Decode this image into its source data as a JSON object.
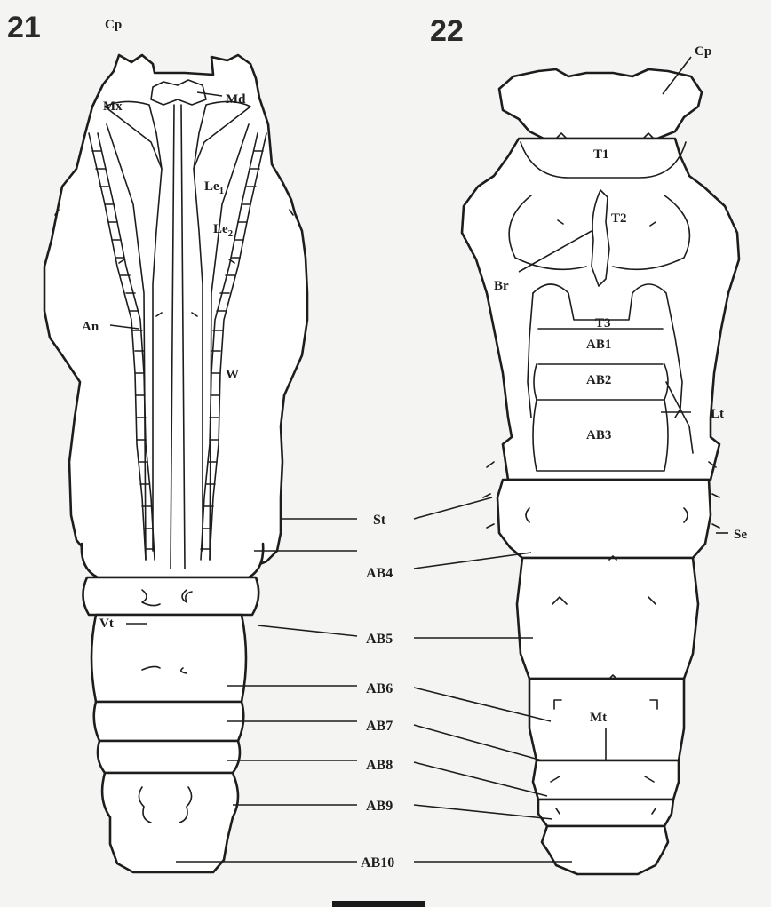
{
  "figures": {
    "left_number": "21",
    "right_number": "22"
  },
  "labels_left": {
    "cp": "Cp",
    "mx": "Mx",
    "md": "Md",
    "le1": "Le",
    "le1_sub": "1",
    "le2": "Le",
    "le2_sub": "2",
    "an": "An",
    "w": "W",
    "vt": "Vt"
  },
  "labels_center": {
    "st": "St",
    "ab4": "AB4",
    "ab5": "AB5",
    "ab6": "AB6",
    "ab7": "AB7",
    "ab8": "AB8",
    "ab9": "AB9",
    "ab10": "AB10"
  },
  "labels_right": {
    "cp": "Cp",
    "t1": "T1",
    "t2": "T2",
    "br": "Br",
    "t3": "T3",
    "ab1": "AB1",
    "ab2": "AB2",
    "ab3": "AB3",
    "lt": "Lt",
    "se": "Se",
    "mt": "Mt"
  },
  "colors": {
    "ink": "#1d1d1d",
    "background": "#f4f4f2",
    "body": "#ffffff"
  }
}
